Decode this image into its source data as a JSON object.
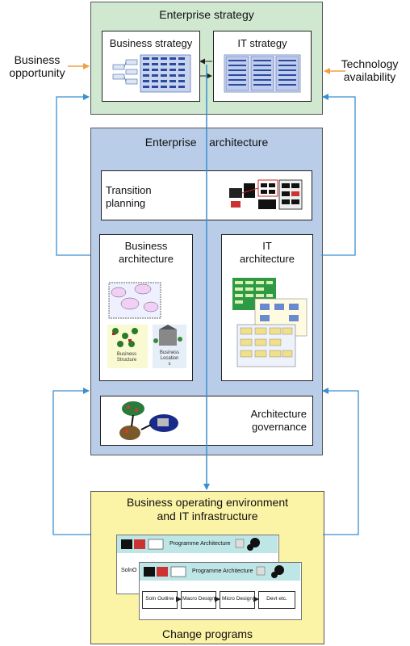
{
  "external": {
    "business_opportunity": "Business\nopportunity",
    "technology_availability": "Technology\navailability"
  },
  "enterprise_strategy": {
    "title": "Enterprise strategy",
    "business_strategy": "Business strategy",
    "it_strategy": "IT strategy"
  },
  "enterprise_architecture": {
    "title": "Enterprise    architecture",
    "transition_planning": "Transition\nplanning",
    "business_architecture": "Business\narchitecture",
    "it_architecture": "IT\narchitecture",
    "architecture_governance": "Architecture\ngovernance",
    "thumb_text_1": "Business\nStructure",
    "thumb_text_2": "Business\nLocation\ns"
  },
  "operating_environment": {
    "title": "Business operating environment\nand IT infrastructure",
    "change_programs": "Change programs",
    "programme_architecture_1": "Programme Architecture",
    "programme_architecture_2": "Programme Architecture",
    "stage_labels": [
      "Soln Outline",
      "Macro Design",
      "Micro Design",
      "Devt etc."
    ],
    "back_stage_label": "SolnO"
  },
  "colors": {
    "strategy_fill": "#cfe8cf",
    "architecture_fill": "#b9cde8",
    "operating_fill": "#fbf3a6",
    "blue_arrow": "#3a8fd0",
    "orange_arrow": "#f0a040"
  }
}
